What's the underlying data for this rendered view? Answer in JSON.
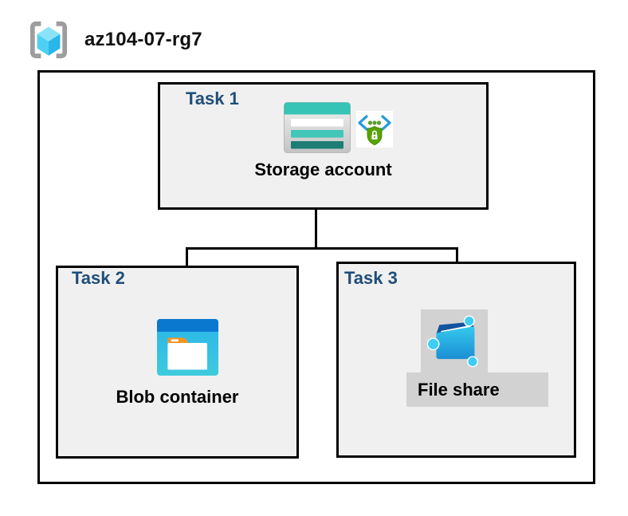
{
  "resource_group": {
    "name": "az104-07-rg7",
    "icon": "resource-group-icon"
  },
  "tasks": [
    {
      "label": "Task 1",
      "resource": "Storage account",
      "icons": [
        "storage-account-icon",
        "sas-lock-icon"
      ]
    },
    {
      "label": "Task 2",
      "resource": "Blob container",
      "icons": [
        "blob-container-icon"
      ]
    },
    {
      "label": "Task 3",
      "resource": "File share",
      "icons": [
        "file-share-icon"
      ]
    }
  ],
  "connections": [
    {
      "from": "Storage account",
      "to": "Blob container"
    },
    {
      "from": "Storage account",
      "to": "File share"
    }
  ],
  "colors": {
    "task_label_navy": "#1f4e79",
    "task_box_fill": "#f0f0f0",
    "box_border": "#000000",
    "highlight_gray": "#d2d2d2",
    "storage_teal": "#35c4b5",
    "storage_teal_dark": "#1d7d74",
    "blob_header_blue": "#0b78d0",
    "blob_body_cyan": "#30bfe5",
    "folder_tab_orange": "#f7941e",
    "cube_cyan": "#4fd0f3",
    "bracket_gray": "#9d9d9d",
    "sas_shield_green": "#57a304",
    "sas_bracket_blue": "#2a9ad7",
    "file_share_navy": "#1254a0",
    "node_cyan": "#3ecdf4"
  }
}
